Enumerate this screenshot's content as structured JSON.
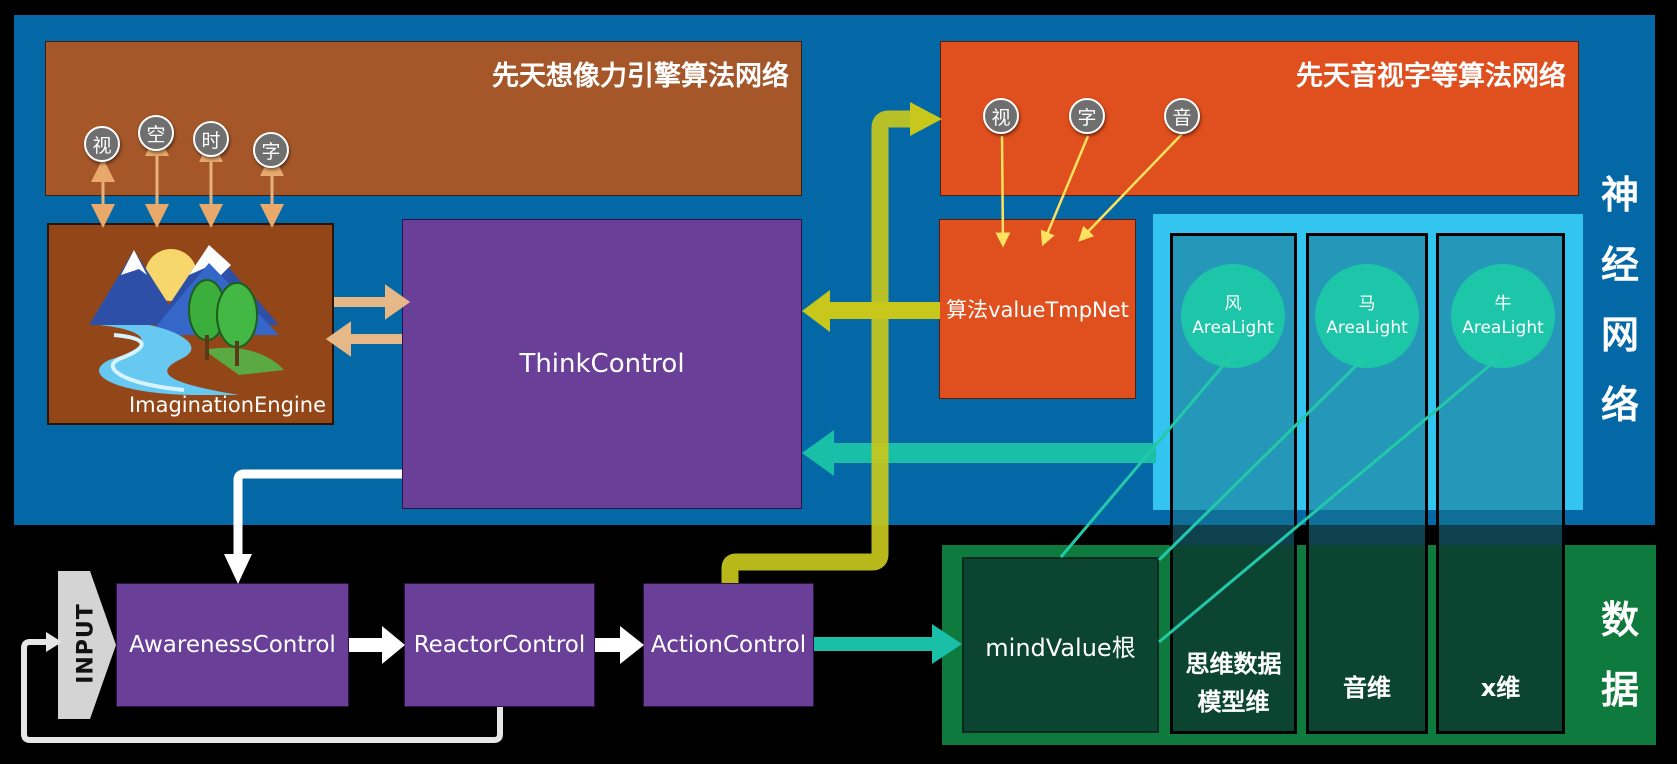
{
  "neural_section": {
    "side_label": [
      "神",
      "经",
      "网",
      "络"
    ],
    "colors": {
      "background": "#0568a6"
    }
  },
  "imagination_network": {
    "title": "先天想像力引擎算法网络",
    "nodes": [
      "视",
      "空",
      "时",
      "字"
    ],
    "color": "#a5572a"
  },
  "av_network": {
    "title": "先天音视字等算法网络",
    "nodes": [
      "视",
      "字",
      "音"
    ],
    "color": "#e04f1e"
  },
  "imagination_engine": {
    "label": "ImaginationEngine",
    "icon": "mountain-landscape-icon"
  },
  "think_control": {
    "label": "ThinkControl",
    "color": "#6a3f98"
  },
  "algo_tmp_net": {
    "label": "算法valueTmpNet"
  },
  "area_lights": [
    {
      "char": "风",
      "label": "AreaLight"
    },
    {
      "char": "马",
      "label": "AreaLight"
    },
    {
      "char": "牛",
      "label": "AreaLight"
    }
  ],
  "data_section": {
    "side_label": [
      "数",
      "据"
    ],
    "mind_value": "mindValue根",
    "columns": [
      {
        "line1": "思维数据",
        "line2": "模型维"
      },
      {
        "line1": "音维",
        "line2": ""
      },
      {
        "line1": "x维",
        "line2": ""
      }
    ],
    "colors": {
      "background": "#0f7a3e",
      "dark": "#0b4532"
    }
  },
  "pipeline": {
    "input": "INPUT",
    "awareness": "AwarenessControl",
    "reactor": "ReactorControl",
    "action": "ActionControl"
  }
}
